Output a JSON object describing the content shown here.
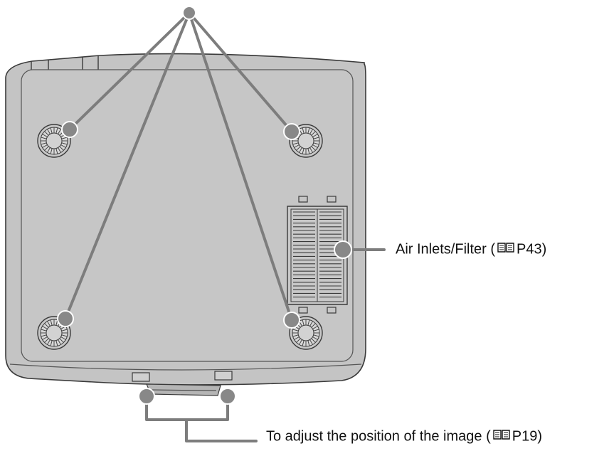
{
  "callouts": {
    "air_inlets": {
      "text_before": "Air Inlets/Filter (",
      "icon": "book-icon",
      "page_ref": "P43)"
    },
    "adjust": {
      "text_before": "To adjust the position of the image (",
      "icon": "book-icon",
      "page_ref": "P19)"
    }
  },
  "colors": {
    "body_fill": "#c4c4c4",
    "body_stroke": "#3a3a3a",
    "leader_line": "#7d7d7d",
    "callout_dot": "#888888",
    "text": "#111111"
  }
}
